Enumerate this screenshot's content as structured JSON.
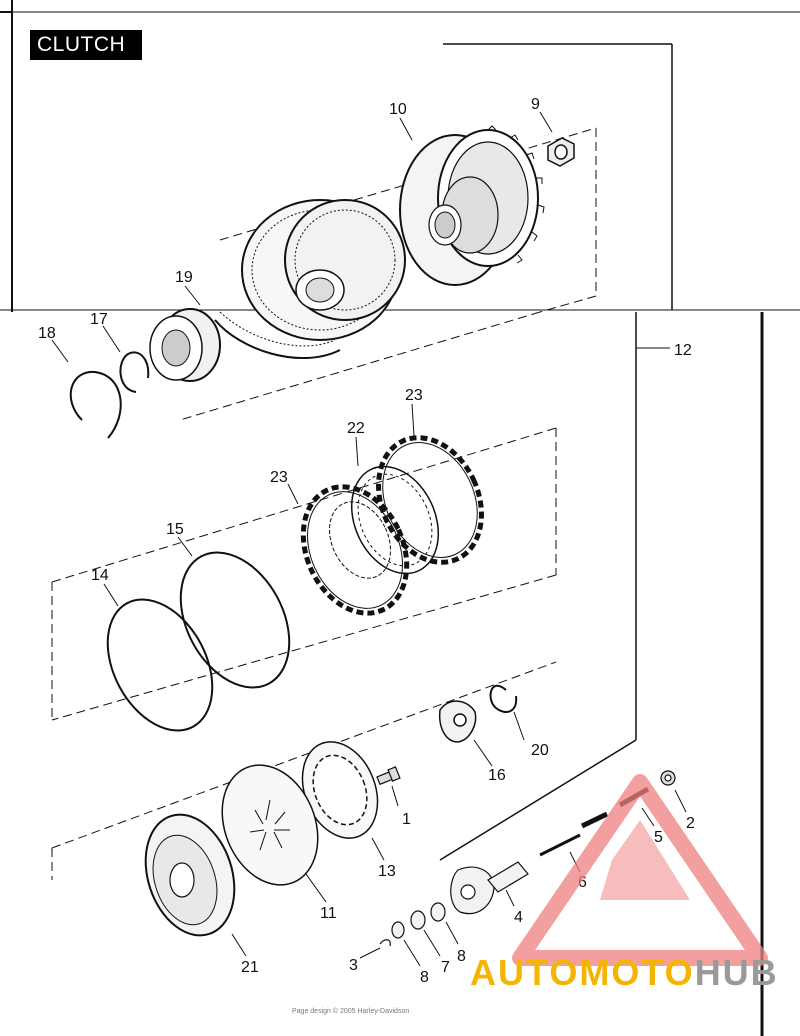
{
  "title": "CLUTCH",
  "callouts": {
    "p1": "1",
    "p2": "2",
    "p3": "3",
    "p4": "4",
    "p5": "5",
    "p6": "6",
    "p7": "7",
    "p8a": "8",
    "p8b": "8",
    "p9": "9",
    "p10": "10",
    "p11": "11",
    "p12": "12",
    "p13": "13",
    "p14": "14",
    "p15": "15",
    "p16": "16",
    "p17": "17",
    "p18": "18",
    "p19": "19",
    "p20": "20",
    "p21": "21",
    "p22": "22",
    "p23a": "23",
    "p23b": "23"
  },
  "watermark": {
    "part1": "AUTO",
    "part2": "MOTO",
    "part3": "HUB",
    "color_primary": "#f08080",
    "color_secondary": "#f4b400",
    "color_dark": "#9a9a9a"
  },
  "footer": "Page design © 2005 Harley-Davidson"
}
